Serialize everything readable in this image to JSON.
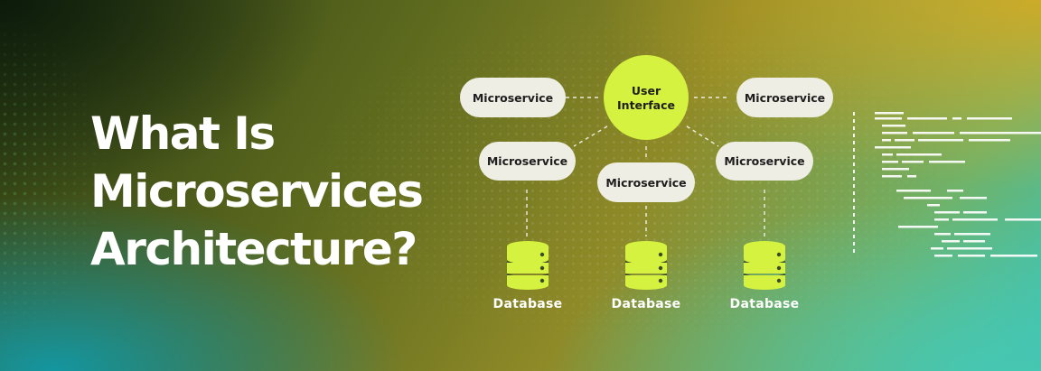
{
  "headline": {
    "line1": "What Is",
    "line2": "Microservices",
    "line3": "Architecture?"
  },
  "diagram": {
    "user_interface": {
      "line1": "User",
      "line2": "Interface"
    },
    "microservice_label": "Microservice",
    "database_label": "Database"
  },
  "colors": {
    "accent_lime": "#d4f23f",
    "node_fill": "#eeeee4",
    "db_stripe": "#3a4a2a",
    "text_white": "#ffffff"
  }
}
